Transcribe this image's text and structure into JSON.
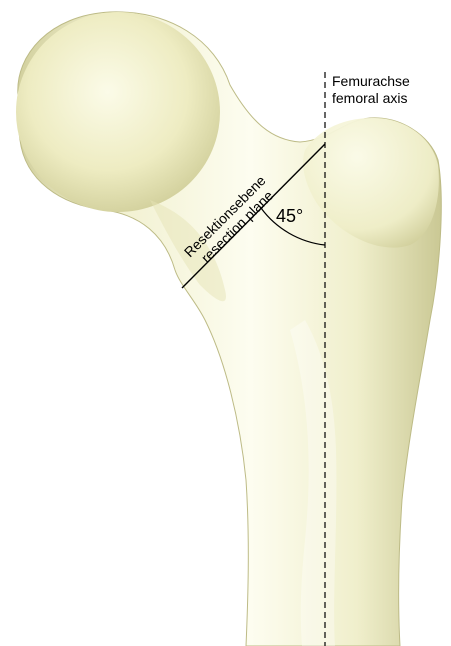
{
  "axis_label": {
    "line1": "Femurachse",
    "line2": "femoral axis"
  },
  "plane_label": {
    "line1": "Resektionsebene",
    "line2": "resection plane"
  },
  "angle_label": "45°",
  "colors": {
    "bone_light": "#fbfbe9",
    "bone_mid": "#f0eec8",
    "bone_shadow": "#c8c796",
    "line": "#000000"
  }
}
